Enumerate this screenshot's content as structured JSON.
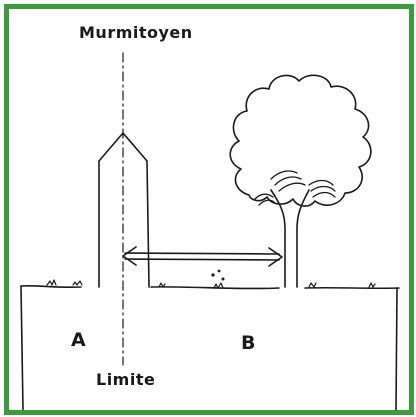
{
  "frame": {
    "border_color": "#3d9a3d",
    "ink_color": "#1a1a1a"
  },
  "labels": {
    "top": "Murmitoyen",
    "bottom": "Limite",
    "left_zone": "A",
    "right_zone": "B"
  },
  "icons": {
    "wall": "wall-icon",
    "tree": "tree-icon",
    "arrow": "distance-arrow-icon"
  }
}
